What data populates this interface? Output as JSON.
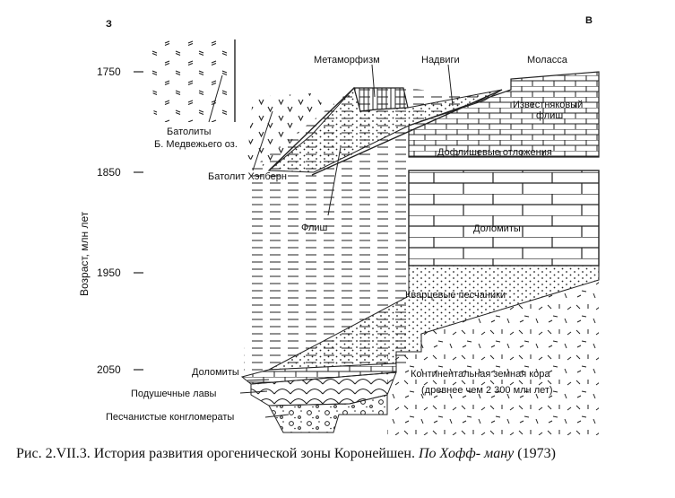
{
  "sides": {
    "west": "З",
    "east": "В"
  },
  "axis": {
    "label": "Возраст, млн лет",
    "ticks": [
      "1750",
      "1850",
      "1950",
      "2050"
    ]
  },
  "labels": {
    "metamorphism": "Метаморфизм",
    "thrusts": "Надвиги",
    "molasse": "Моласса",
    "limestone_flysch_1": "Известняковый",
    "limestone_flysch_2": "флиш",
    "batholiths_1": "Батолиты",
    "batholiths_2": "Б. Медвежьего оз.",
    "preflysch": "Дофлишевые отложения",
    "hepburn": "Батолит Хэпберн",
    "flysch": "Флиш",
    "dolomites_upper": "Доломиты",
    "quartz_sandstones": "Кварцевые песчаники",
    "dolomites_lower": "Доломиты",
    "pillow_lavas": "Подушечные лавы",
    "conglomerates": "Песчанистые конгломераты",
    "crust_1": "Континентальная земная кора",
    "crust_2": "(древнее чем 2 300 млн лет)"
  },
  "caption": {
    "text": "Рис. 2.VII.3. История развития орогенической зоны Коронейшен.",
    "italic": "По Хофф-\nману",
    "year": "(1973)"
  }
}
